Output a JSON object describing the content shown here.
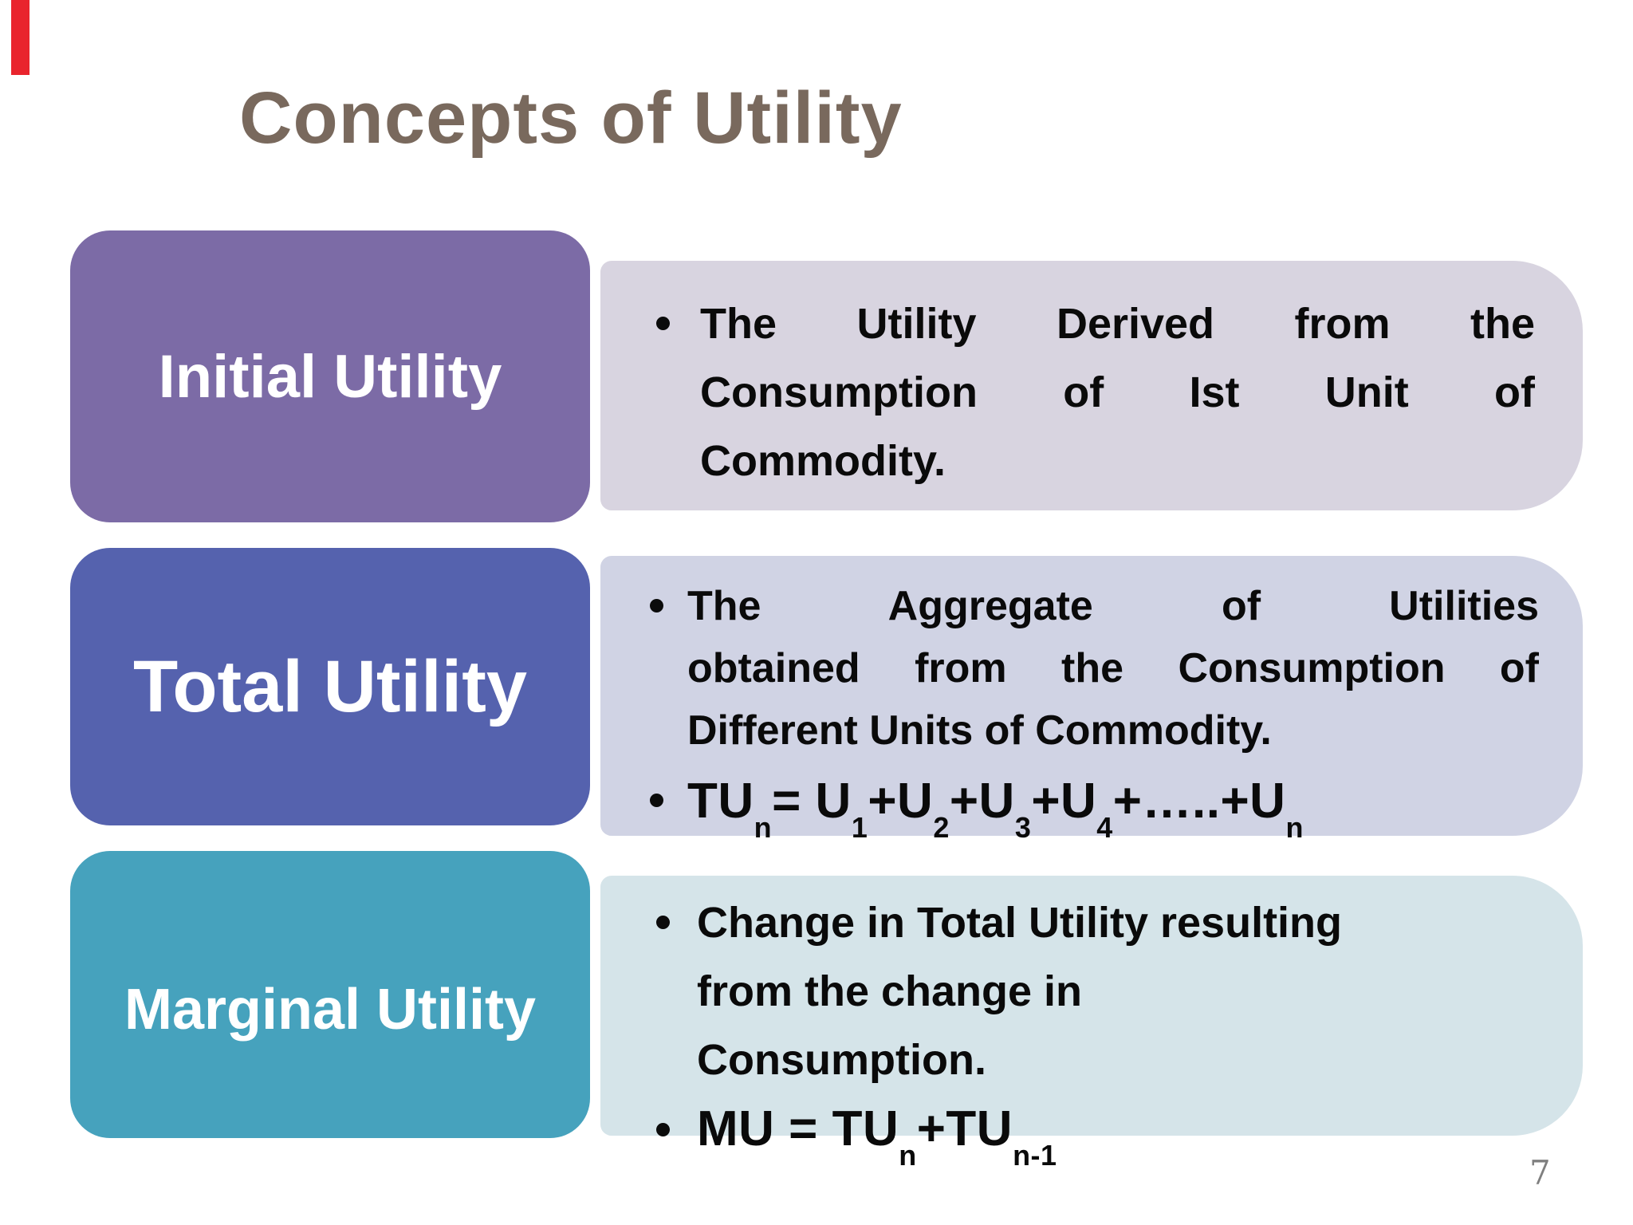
{
  "accent_bar_color": "#E9242D",
  "title": {
    "text": "Concepts of Utility",
    "color": "#79695D"
  },
  "page": {
    "number": "7"
  },
  "rows": [
    {
      "label": "Initial Utility",
      "label_bg": "#7C6BA6",
      "desc_bg": "#D8D4E0",
      "bullets": [
        {
          "lines": [
            "The Utility Derived from the",
            "Consumption of Ist Unit of",
            "Commodity."
          ]
        }
      ]
    },
    {
      "label": "Total Utility",
      "label_bg": "#5562AE",
      "desc_bg": "#D0D3E4",
      "bullets": [
        {
          "lines": [
            "The Aggregate of Utilities",
            "obtained from the Consumption of",
            "Different Units of Commodity."
          ]
        },
        {
          "segments": [
            {
              "text": "TU",
              "sub": "n"
            },
            {
              "text": "= U",
              "sub": "1"
            },
            {
              "text": "+U",
              "sub": "2"
            },
            {
              "text": "+U",
              "sub": "3"
            },
            {
              "text": "+U",
              "sub": "4"
            },
            {
              "text": "+…..+U",
              "sub": "n"
            }
          ]
        }
      ]
    },
    {
      "label": "Marginal Utility",
      "label_bg": "#46A2BD",
      "desc_bg": "#D5E4E9",
      "bullets": [
        {
          "lines": [
            "Change in Total Utility resulting",
            "from the change in",
            "Consumption."
          ]
        },
        {
          "segments": [
            {
              "text": "MU = TU",
              "sub": "n"
            },
            {
              "text": "+TU",
              "sub": "n-1"
            }
          ]
        }
      ]
    }
  ]
}
